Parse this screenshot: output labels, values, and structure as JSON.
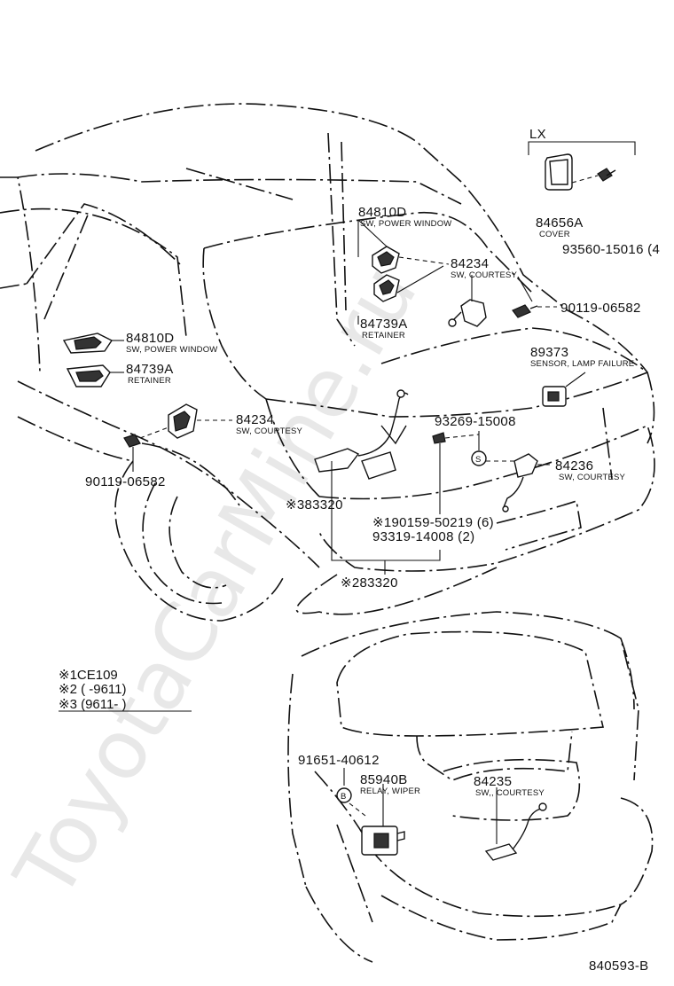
{
  "watermark": "ToyotaCarMine.ru",
  "figure_id": "840593-B",
  "variant_label": "LX",
  "notes": [
    {
      "text": "※1CE109"
    },
    {
      "text": "※2 (      -9611)"
    },
    {
      "text": "※3 (9611-      )"
    }
  ],
  "callouts": {
    "c84656a": {
      "pn": "84656A",
      "desc": "COVER"
    },
    "c93560": {
      "pn": "93560-15016 (4"
    },
    "c84810d_upper": {
      "pn": "84810D",
      "desc": "SW, POWER WINDOW"
    },
    "c84234_upper": {
      "pn": "84234",
      "desc": "SW, COURTESY"
    },
    "c90119_right": {
      "pn": "90119-06582"
    },
    "c84739a_upper": {
      "pn": "84739A",
      "desc": "RETAINER"
    },
    "c89373": {
      "pn": "89373",
      "desc": "SENSOR, LAMP FAILURE"
    },
    "c84810d_left": {
      "pn": "84810D",
      "desc": "SW, POWER WINDOW"
    },
    "c84739a_left": {
      "pn": "84739A",
      "desc": "RETAINER"
    },
    "c84234_left": {
      "pn": "84234",
      "desc": "SW, COURTESY"
    },
    "c93269": {
      "pn": "93269-15008"
    },
    "c84236": {
      "pn": "84236",
      "desc": "SW, COURTESY"
    },
    "c90119_left": {
      "pn": "90119-06582"
    },
    "c383320": {
      "pn": "※383320"
    },
    "c190159": {
      "pn": "※190159-50219 (6)"
    },
    "c93319": {
      "pn": "93319-14008 (2)"
    },
    "c283320": {
      "pn": "※283320"
    },
    "c91651": {
      "pn": "91651-40612"
    },
    "c85940b": {
      "pn": "85940B",
      "desc": "RELAY, WIPER"
    },
    "c84235": {
      "pn": "84235",
      "desc": "SW,, COURTESY"
    }
  },
  "markers": {
    "s": "S",
    "b": "B"
  }
}
